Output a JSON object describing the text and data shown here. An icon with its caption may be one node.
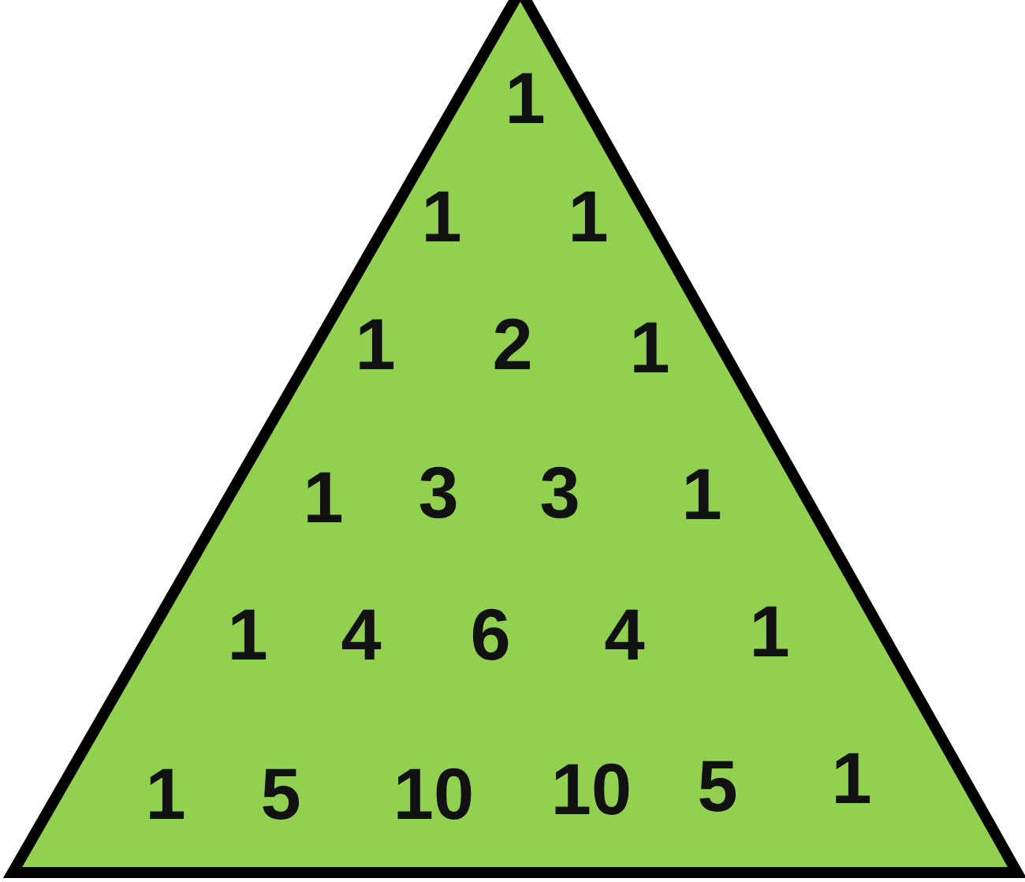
{
  "diagram": {
    "nodes": [
      {
        "text": [
          "1",
          "1",
          "1",
          "1",
          "2",
          "1",
          "1",
          "3",
          "3",
          "1",
          "1",
          "4",
          "6",
          "4",
          "1",
          "1",
          "5",
          "10",
          "10",
          "5",
          "1"
        ]
      }
    ]
  }
}
